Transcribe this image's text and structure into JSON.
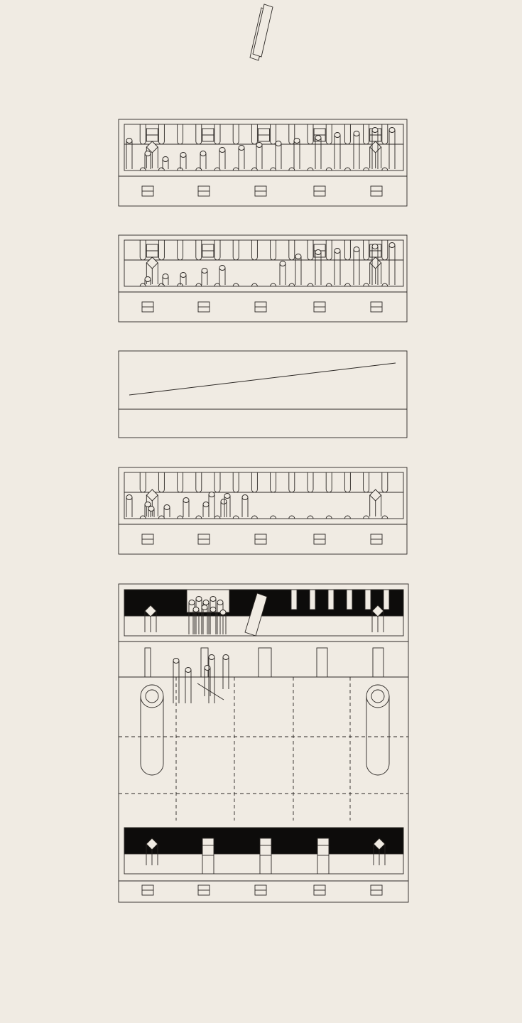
{
  "colors": {
    "paper": "#f0ebe3",
    "ink": "#2b2724",
    "fill": "#0d0c0b"
  },
  "panels": [
    {
      "kind": "pegs-ascending"
    },
    {
      "kind": "pegs-tilted-block"
    },
    {
      "kind": "diagonal-line"
    },
    {
      "kind": "pegs-tilted-block-left"
    },
    {
      "kind": "plan-with-grid"
    }
  ]
}
